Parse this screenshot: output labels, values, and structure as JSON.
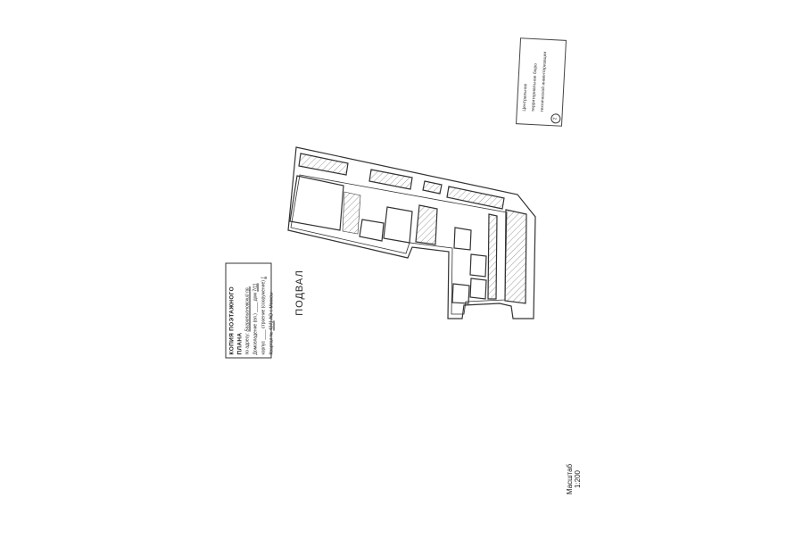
{
  "copy_box": {
    "title": "КОПИЯ ПОЭТАЖНОГО ПЛАНА",
    "address_label": "по адресу:",
    "address_value": "Багратионовский пр.",
    "household_label": "Домовладение (вл.)",
    "house_label": "дом",
    "house_value": "7/11",
    "building_label": "корпус",
    "structure_label": "строение (сооружение)",
    "structure_value": "1",
    "quarter_label": "Квартал №",
    "quarter_value": "4041",
    "district_label": "АО г. Москвы"
  },
  "stamp": {
    "number": "2",
    "lines": [
      "Центральное",
      "территориальное бюро",
      "технической инвентаризации"
    ]
  },
  "floor_label": "ПОДВАЛ",
  "scale_label": "Масштаб 1:200"
}
